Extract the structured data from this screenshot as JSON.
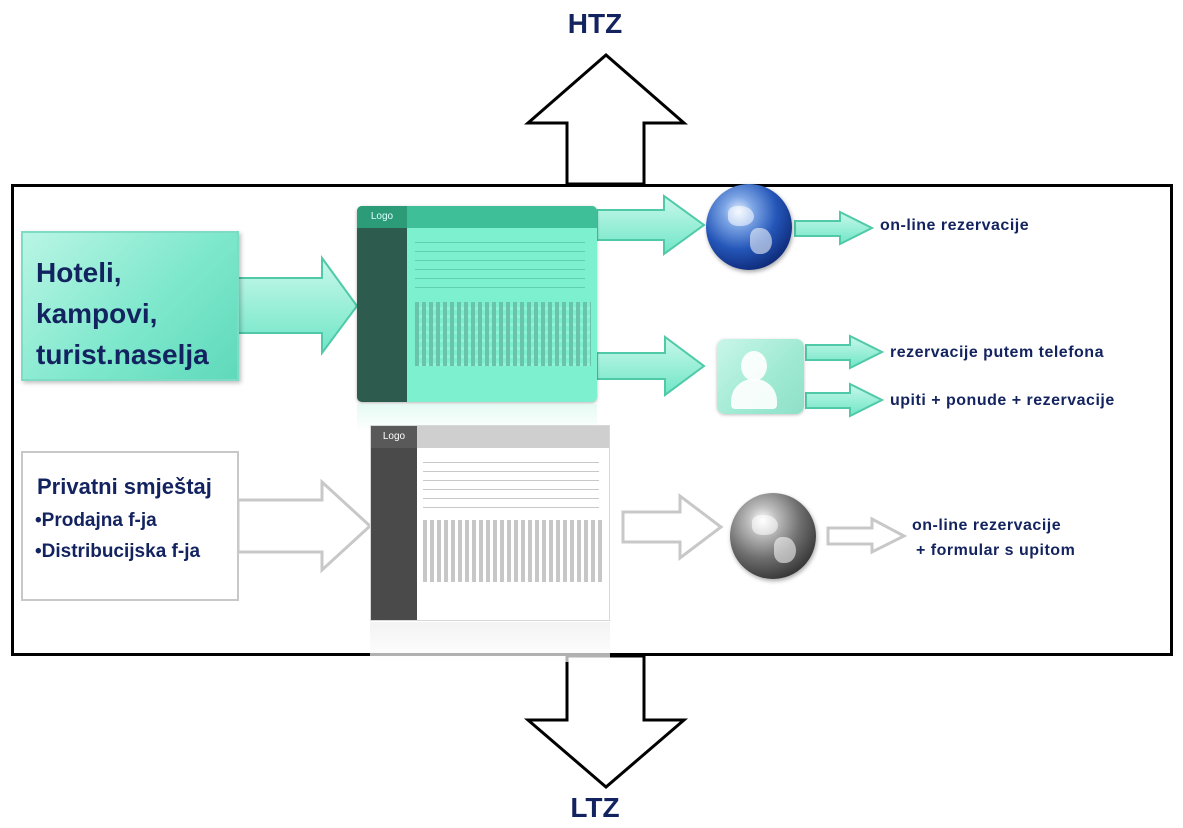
{
  "top_label": "HTZ",
  "bottom_label": "LTZ",
  "hotels": {
    "lines": [
      "Hoteli,",
      "kampovi,",
      "turist.naselja"
    ]
  },
  "private": {
    "title": "Privatni smještaj",
    "items": [
      "•Prodajna f-ja",
      "•Distribucijska f-ja"
    ]
  },
  "mock": {
    "logo": "Logo"
  },
  "outputs": {
    "online": "on-line rezervacije",
    "phone": "rezervacije putem telefona",
    "inquiries": "upiti + ponude + rezervacije",
    "private_online_1": "on-line rezervacije",
    "private_online_2": "+ formular  s upitom"
  },
  "colors": {
    "navy": "#13235f",
    "teal_light": "#b9f5e4",
    "teal": "#6fe6c7",
    "teal_border": "#4fc9a8",
    "gray_border": "#c8c8c8"
  },
  "icons": {
    "globe_colored": "globe-icon",
    "globe_gray": "globe-icon",
    "call_center": "headset-operator-icon"
  }
}
